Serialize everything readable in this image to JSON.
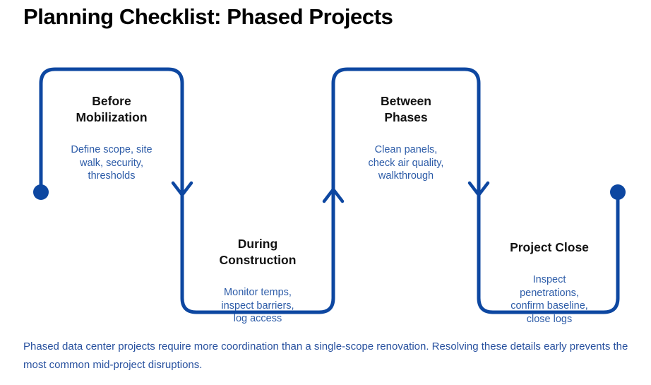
{
  "title": "Planning Checklist: Phased Projects",
  "phases": [
    {
      "name": "Before\nMobilization",
      "details": "Define scope, site\nwalk, security,\nthresholds",
      "position": "top"
    },
    {
      "name": "During\nConstruction",
      "details": "Monitor temps,\ninspect barriers,\nlog access",
      "position": "bottom"
    },
    {
      "name": "Between\nPhases",
      "details": "Clean panels,\ncheck air quality,\nwalkthrough",
      "position": "top"
    },
    {
      "name": "Project Close",
      "details": "Inspect\npenetrations,\nconfirm baseline,\nclose logs",
      "position": "bottom"
    }
  ],
  "footer": "Phased data center projects require more coordination than a single-scope renovation. Resolving these details early prevents the most common mid-project disruptions.",
  "colors": {
    "path-blue": "#0d47a1",
    "heading-black": "#121212",
    "text-blue": "#2d5ca8",
    "footer-blue": "#28519f",
    "bg": "#ffffff"
  }
}
